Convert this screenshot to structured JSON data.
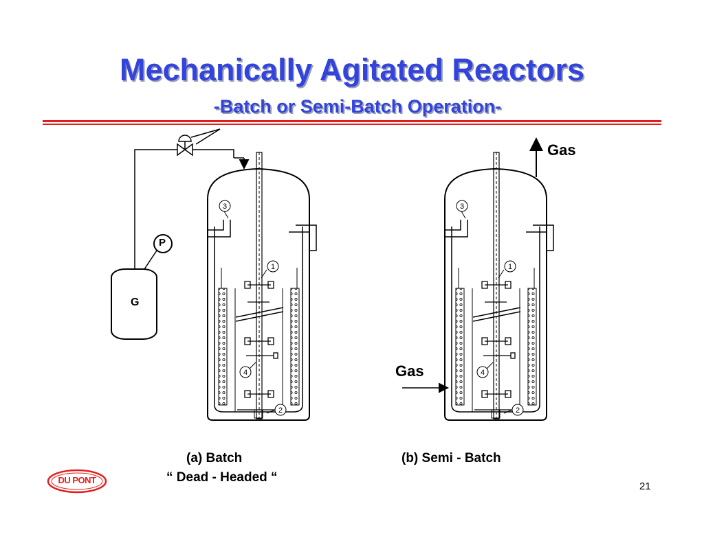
{
  "title": "Mechanically Agitated Reactors",
  "subtitle": "-Batch or Semi-Batch Operation-",
  "reactor_a": {
    "caption_line1": "(a)  Batch",
    "caption_line2": "“ Dead - Headed “",
    "tank_label": "G",
    "pump_label": "P"
  },
  "reactor_b": {
    "caption": "(b)  Semi - Batch",
    "gas_out_label": "Gas",
    "gas_in_label": "Gas"
  },
  "callouts": [
    "①",
    "②",
    "③",
    "④"
  ],
  "logo_text": "DU PONT",
  "page_number": "21",
  "colors": {
    "title": "#3344dd",
    "rule": "#e02020",
    "logo": "#e02020"
  }
}
